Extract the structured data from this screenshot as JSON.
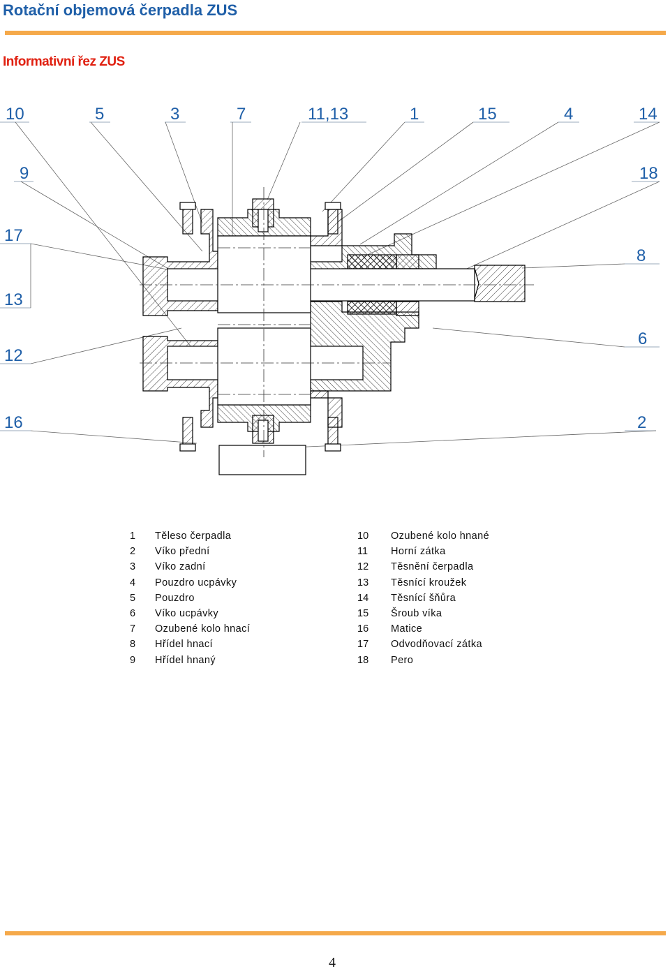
{
  "header": {
    "title": "Rotační objemová čerpadla ZUS",
    "subtitle": "Informativní řez ZUS"
  },
  "colors": {
    "accent_bar": "#f5a94a",
    "title": "#1f5fa8",
    "subtitle": "#e02010",
    "callout": "#1f5fa8"
  },
  "callouts": {
    "top_row": [
      "10",
      "5",
      "3",
      "7",
      "11,13",
      "1",
      "15",
      "4",
      "14"
    ],
    "left": [
      "9",
      "17",
      "13",
      "12",
      "16"
    ],
    "right": [
      "18",
      "8",
      "6",
      "2"
    ]
  },
  "legend": {
    "left": [
      {
        "num": "1",
        "label": "Těleso čerpadla"
      },
      {
        "num": "2",
        "label": "Víko přední"
      },
      {
        "num": "3",
        "label": "Víko zadní"
      },
      {
        "num": "4",
        "label": "Pouzdro ucpávky"
      },
      {
        "num": "5",
        "label": "Pouzdro"
      },
      {
        "num": "6",
        "label": "Víko ucpávky"
      },
      {
        "num": "7",
        "label": "Ozubené kolo hnací"
      },
      {
        "num": "8",
        "label": "Hřídel hnací"
      },
      {
        "num": "9",
        "label": "Hřídel hnaný"
      }
    ],
    "right": [
      {
        "num": "10",
        "label": "Ozubené kolo hnané"
      },
      {
        "num": "11",
        "label": "Horní zátka"
      },
      {
        "num": "12",
        "label": "Těsnění čerpadla"
      },
      {
        "num": "13",
        "label": "Těsnící kroužek"
      },
      {
        "num": "14",
        "label": "Těsnící šňůra"
      },
      {
        "num": "15",
        "label": "Šroub víka"
      },
      {
        "num": "16",
        "label": "Matice"
      },
      {
        "num": "17",
        "label": "Odvodňovací zátka"
      },
      {
        "num": "18",
        "label": "Pero"
      }
    ]
  },
  "footer": {
    "page_number": "4"
  }
}
